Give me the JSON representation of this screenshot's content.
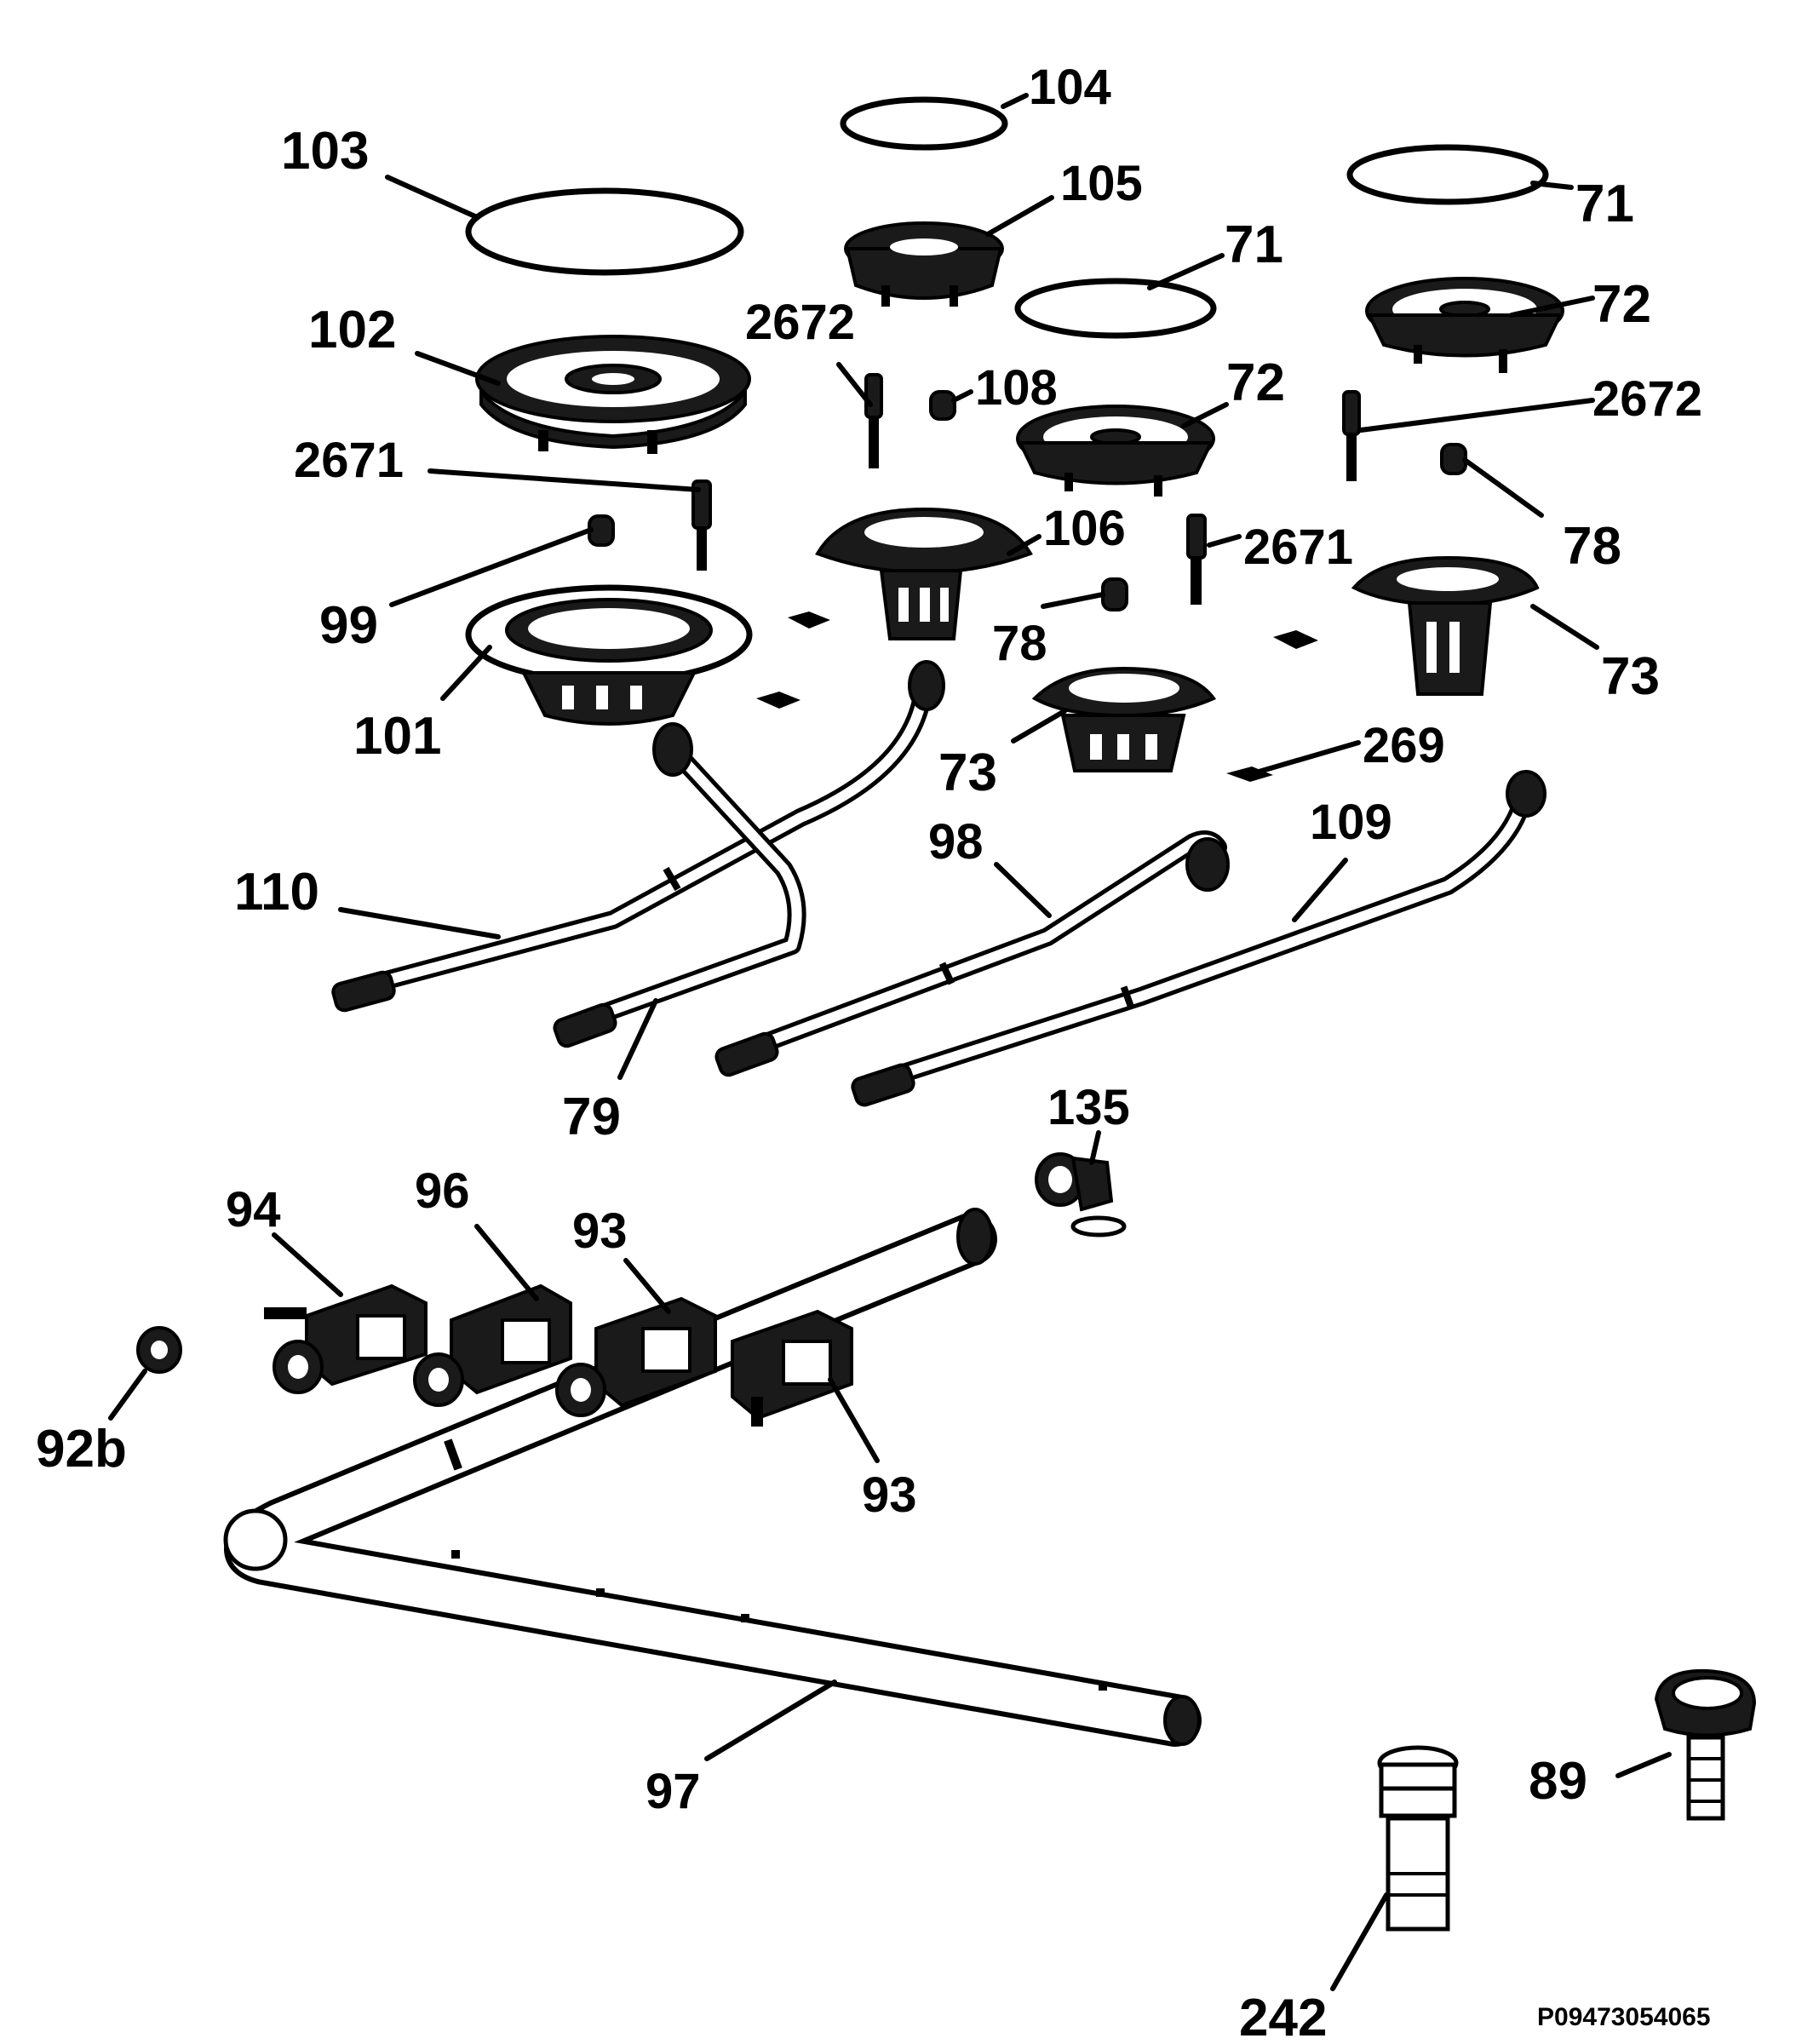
{
  "diagram": {
    "part_labels": [
      {
        "id": "104",
        "text": "104"
      },
      {
        "id": "103",
        "text": "103"
      },
      {
        "id": "105",
        "text": "105"
      },
      {
        "id": "71a",
        "text": "71"
      },
      {
        "id": "71b",
        "text": "71"
      },
      {
        "id": "102",
        "text": "102"
      },
      {
        "id": "2672a",
        "text": "2672"
      },
      {
        "id": "72a",
        "text": "72"
      },
      {
        "id": "72b",
        "text": "72"
      },
      {
        "id": "108",
        "text": "108"
      },
      {
        "id": "2672b",
        "text": "2672"
      },
      {
        "id": "2671a",
        "text": "2671"
      },
      {
        "id": "106",
        "text": "106"
      },
      {
        "id": "2671b",
        "text": "2671"
      },
      {
        "id": "78a",
        "text": "78"
      },
      {
        "id": "99",
        "text": "99"
      },
      {
        "id": "78b",
        "text": "78"
      },
      {
        "id": "73a",
        "text": "73"
      },
      {
        "id": "101",
        "text": "101"
      },
      {
        "id": "269",
        "text": "269"
      },
      {
        "id": "73b",
        "text": "73"
      },
      {
        "id": "109",
        "text": "109"
      },
      {
        "id": "98",
        "text": "98"
      },
      {
        "id": "110",
        "text": "110"
      },
      {
        "id": "79",
        "text": "79"
      },
      {
        "id": "135",
        "text": "135"
      },
      {
        "id": "94",
        "text": "94"
      },
      {
        "id": "96",
        "text": "96"
      },
      {
        "id": "93a",
        "text": "93"
      },
      {
        "id": "92b",
        "text": "92b"
      },
      {
        "id": "93b",
        "text": "93"
      },
      {
        "id": "97",
        "text": "97"
      },
      {
        "id": "89",
        "text": "89"
      },
      {
        "id": "242",
        "text": "242"
      }
    ],
    "reference_code": "P09473054065"
  }
}
